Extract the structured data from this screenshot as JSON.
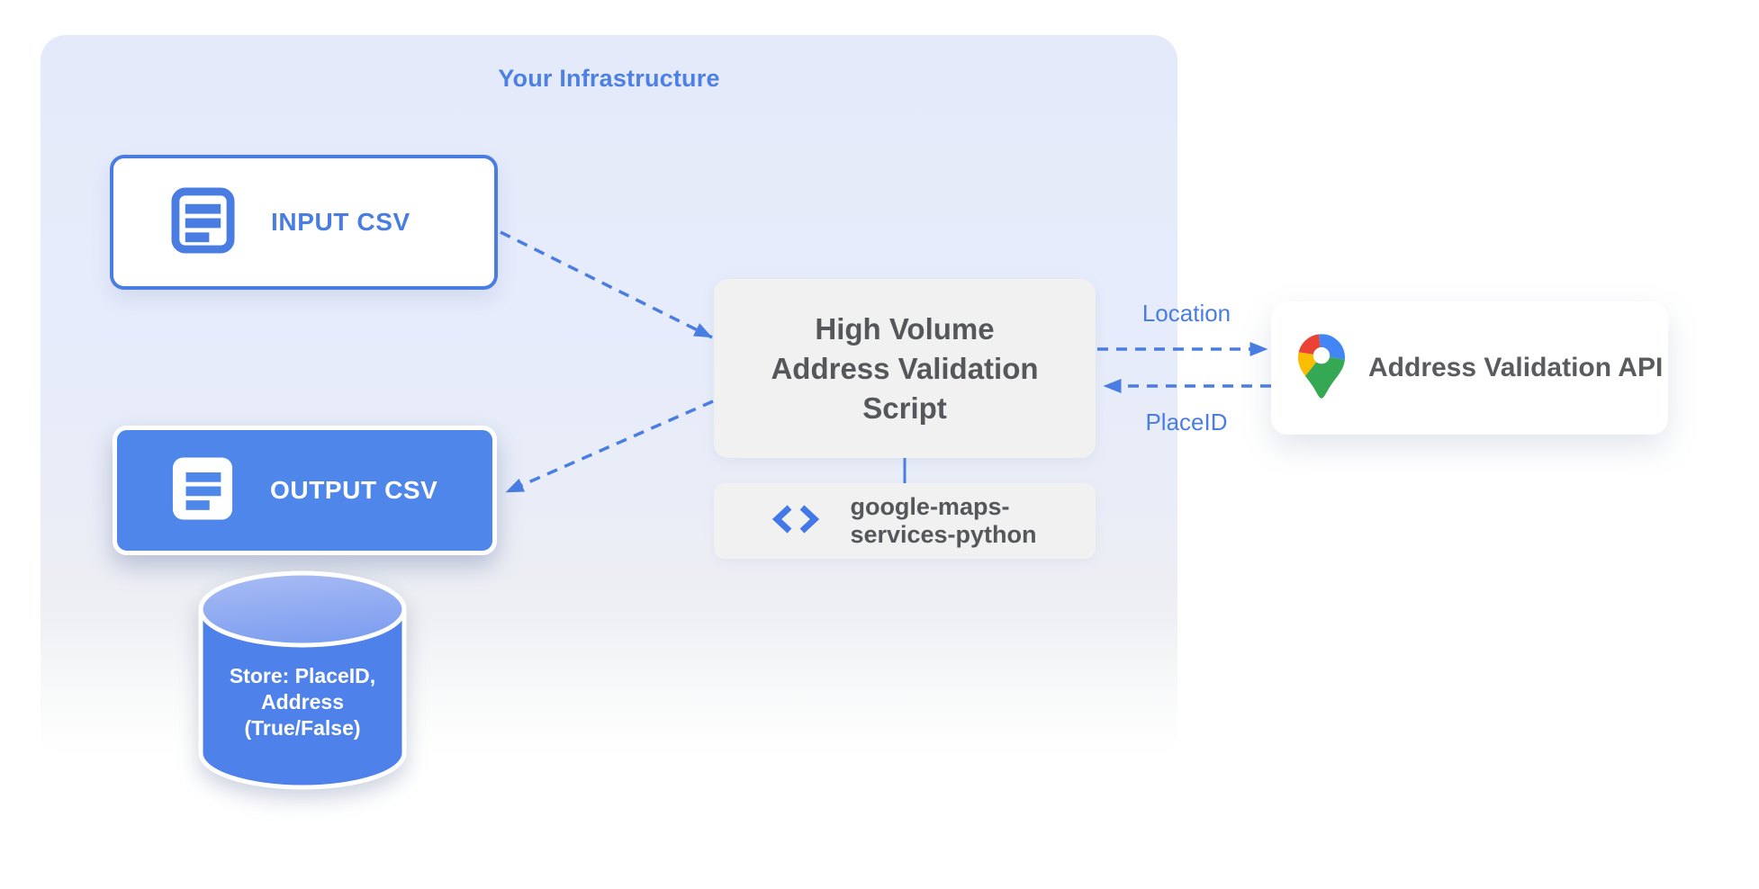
{
  "diagram": {
    "container_title": "Your Infrastructure"
  },
  "nodes": {
    "input_csv": {
      "icon": "document-icon",
      "label": "INPUT CSV"
    },
    "output_csv": {
      "icon": "document-icon",
      "label": "OUTPUT CSV"
    },
    "datastore": {
      "lines": [
        "Store: PlaceID,",
        "Address",
        "(True/False)"
      ]
    },
    "script": {
      "lines": [
        "High Volume",
        "Address Validation",
        "Script"
      ]
    },
    "library": {
      "icon": "code-icon",
      "lines": [
        "google-maps-",
        "services-python"
      ]
    },
    "api": {
      "icon": "google-maps-pin-icon",
      "label": "Address Validation API"
    }
  },
  "edges": {
    "location_label": "Location",
    "placeid_label": "PlaceID"
  },
  "colors": {
    "accent_blue": "#4a7de2",
    "node_fill_blue": "#4e86ea",
    "container_bg": "#e6ebfa",
    "panel_grey": "#f1f1f2",
    "text_grey": "#55575a",
    "cylinder_body": "#4e82ea",
    "cylinder_top": "#9db3f2",
    "pin_red": "#EA4335",
    "pin_blue": "#4285F4",
    "pin_yellow": "#FBBC04",
    "pin_green": "#34A853"
  }
}
